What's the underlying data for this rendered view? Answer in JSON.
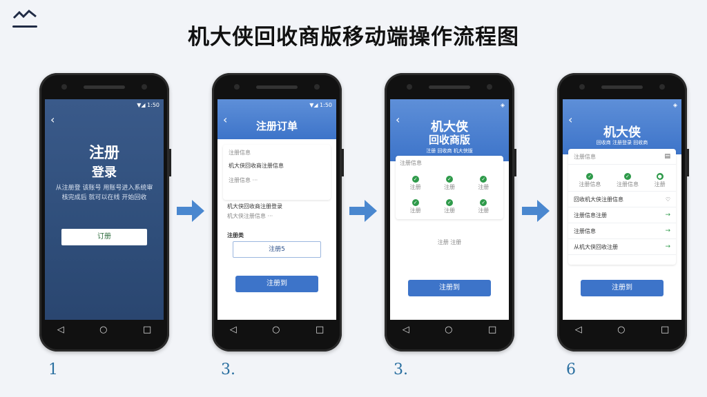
{
  "page_title": "机大侠回收商版移动端操作流程图",
  "colors": {
    "primary": "#3d74c9",
    "check": "#2e9a4a",
    "title": "#111111",
    "step_number": "#2a6fa0"
  },
  "screens": [
    {
      "status": "▼◢ 1:50",
      "title1": "注册",
      "title2": "登录",
      "desc": "从注册登 该账号 用账号进入系统审核完成后 就可以在线 开始回收",
      "button": "订册"
    },
    {
      "status": "▼◢ 1:50",
      "title": "注册订单",
      "section": "注册信息",
      "line1": "机大侠回收商注册信息",
      "line2": "注册信息 ···",
      "line3": "机大侠回收商注册登录",
      "line4": "机大侠注册信息 ···",
      "label": "注册类",
      "input_value": "注册5",
      "button": "注册到"
    },
    {
      "status": "◈",
      "title1": "机大侠",
      "title2": "回收商版",
      "subtitle": "注册 回收商 机大侠版",
      "section": "注册信息",
      "cells": [
        "注册",
        "注册",
        "注册",
        "注册",
        "注册",
        "注册"
      ],
      "note": "注册 注册",
      "button": "注册到"
    },
    {
      "status": "◈",
      "title": "机大侠",
      "subtitle": "回收商 注册登录 回收商",
      "section": "注册信息",
      "checks": [
        "注册信息",
        "注册信息",
        "注册"
      ],
      "rows": [
        "回收机大侠注册信息",
        "注册信息注册",
        "注册信息",
        "从机大侠回收注册"
      ],
      "button": "注册到"
    }
  ],
  "step_numbers": [
    "1",
    "3.",
    "3.",
    "6"
  ],
  "icons": [
    "logo-icon",
    "back-icon",
    "signal-icon",
    "check-icon",
    "heart-icon",
    "arrow-right-icon",
    "nav-back-icon",
    "nav-home-icon",
    "nav-recent-icon",
    "flow-arrow-icon"
  ]
}
